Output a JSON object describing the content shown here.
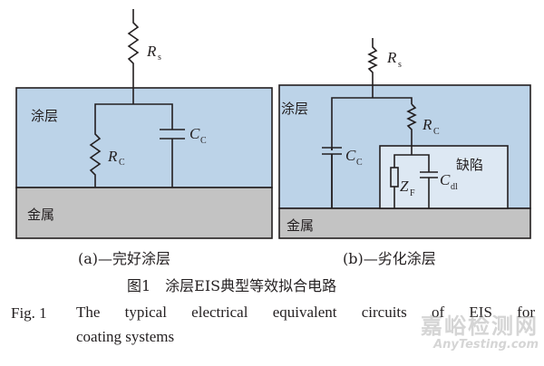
{
  "panel_a": {
    "rs_label": "R",
    "rs_sub": "s",
    "coating_label": "涂层",
    "metal_label": "金属",
    "rc_label": "R",
    "rc_sub": "C",
    "cc_label": "C",
    "cc_sub": "C",
    "caption": "(a)—完好涂层",
    "colors": {
      "coating": "#bcd3e8",
      "metal": "#c3c3c3",
      "wire": "#231f20"
    }
  },
  "panel_b": {
    "rs_label": "R",
    "rs_sub": "s",
    "coating_label": "涂层",
    "metal_label": "金属",
    "rc_label": "R",
    "rc_sub": "C",
    "cc_label": "C",
    "cc_sub": "C",
    "defect_label": "缺陷",
    "zf_label": "Z",
    "zf_sub": "F",
    "cdl_label": "C",
    "cdl_sub": "dl",
    "caption": "(b)—劣化涂层",
    "colors": {
      "coating": "#bcd3e8",
      "defect": "#dde8f3",
      "metal": "#c3c3c3"
    }
  },
  "figure": {
    "title_cn": "图1　涂层EIS典型等效拟合电路",
    "label_en": "Fig. 1",
    "title_en_line1": [
      "The",
      "typical",
      "electrical",
      "equivalent",
      "circuits",
      "of",
      "EIS",
      "for"
    ],
    "title_en_line2": "coating systems"
  },
  "watermark": {
    "cn": "嘉峪检测网",
    "en": "AnyTesting.com"
  }
}
